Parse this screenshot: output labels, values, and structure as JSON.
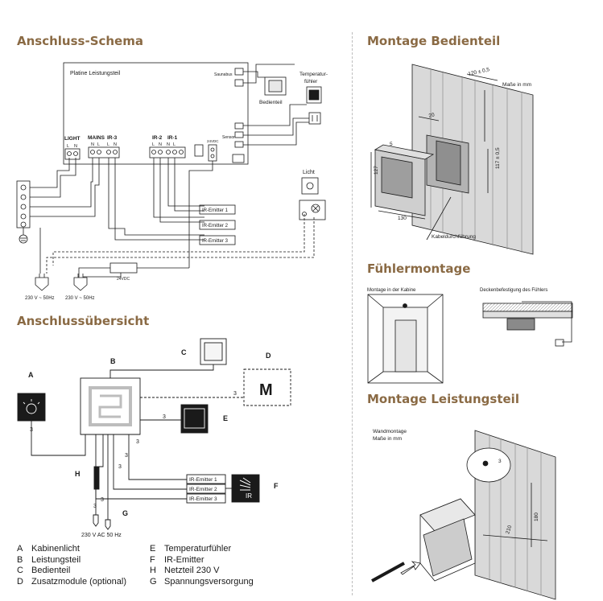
{
  "headings": {
    "schema": "Anschluss-Schema",
    "overview": "Anschlussübersicht",
    "bedienteil": "Montage Bedienteil",
    "fuehler": "Fühlermontage",
    "leistungsteil": "Montage Leistungsteil"
  },
  "schema": {
    "board_title": "Platine Leistungsteil",
    "saunabus": "Saunabus",
    "bedienteil": "Bedienteil",
    "temp_line1": "Temperatur-",
    "temp_line2": "fühler",
    "sensor": "Sensor",
    "dc24": "24VDC",
    "light": "LIGHT",
    "mains": "MAINS",
    "ir3": "IR-3",
    "ir2": "IR-2",
    "ir1": "IR-1",
    "term_l": "L",
    "term_n": "N",
    "licht": "Licht",
    "emitter1": "IR-Emitter 1",
    "emitter2": "IR-Emitter 2",
    "emitter3": "IR-Emitter 3",
    "psu_label": "24VDC",
    "mains_left": "230 V ~ 50Hz",
    "mains_right": "230 V ~ 50Hz"
  },
  "overview": {
    "A": "A",
    "B": "B",
    "C": "C",
    "D": "D",
    "E": "E",
    "F": "F",
    "G": "G",
    "H": "H",
    "M": "M",
    "three": "3",
    "emitter1": "IR-Emitter 1",
    "emitter2": "IR-Emitter 2",
    "emitter3": "IR-Emitter 3",
    "ir": "IR",
    "supply": "230 V AC 50 Hz"
  },
  "legend": [
    {
      "key": "A",
      "label": "Kabinenlicht"
    },
    {
      "key": "B",
      "label": "Leistungsteil"
    },
    {
      "key": "C",
      "label": "Bedienteil"
    },
    {
      "key": "D",
      "label": "Zusatzmodule (optional)"
    },
    {
      "key": "E",
      "label": "Temperaturfühler"
    },
    {
      "key": "F",
      "label": "IR-Emitter"
    },
    {
      "key": "H",
      "label": "Netzteil 230 V"
    },
    {
      "key": "G",
      "label": "Spannungsversorgung"
    }
  ],
  "bedienteil": {
    "masse": "Maße in mm",
    "dim_120": "120 ± 0,5",
    "dim_20": "20",
    "dim_5": "5",
    "dim_127": "127",
    "dim_117": "117 ± 0,5",
    "dim_130": "130",
    "cable": "Kabeldurchführung"
  },
  "fuehler": {
    "kabine": "Montage in der Kabine",
    "decke": "Deckenbefestigung des Fühlers"
  },
  "leistungsteil": {
    "wand": "Wandmontage",
    "masse": "Maße in mm",
    "dim_3": "3",
    "dim_180": "180",
    "dim_210": "210"
  },
  "colors": {
    "heading": "#8a6a44",
    "line": "#1a1a1a",
    "panel_gray": "#cfcfcf",
    "wood": "#d9d9d9"
  }
}
